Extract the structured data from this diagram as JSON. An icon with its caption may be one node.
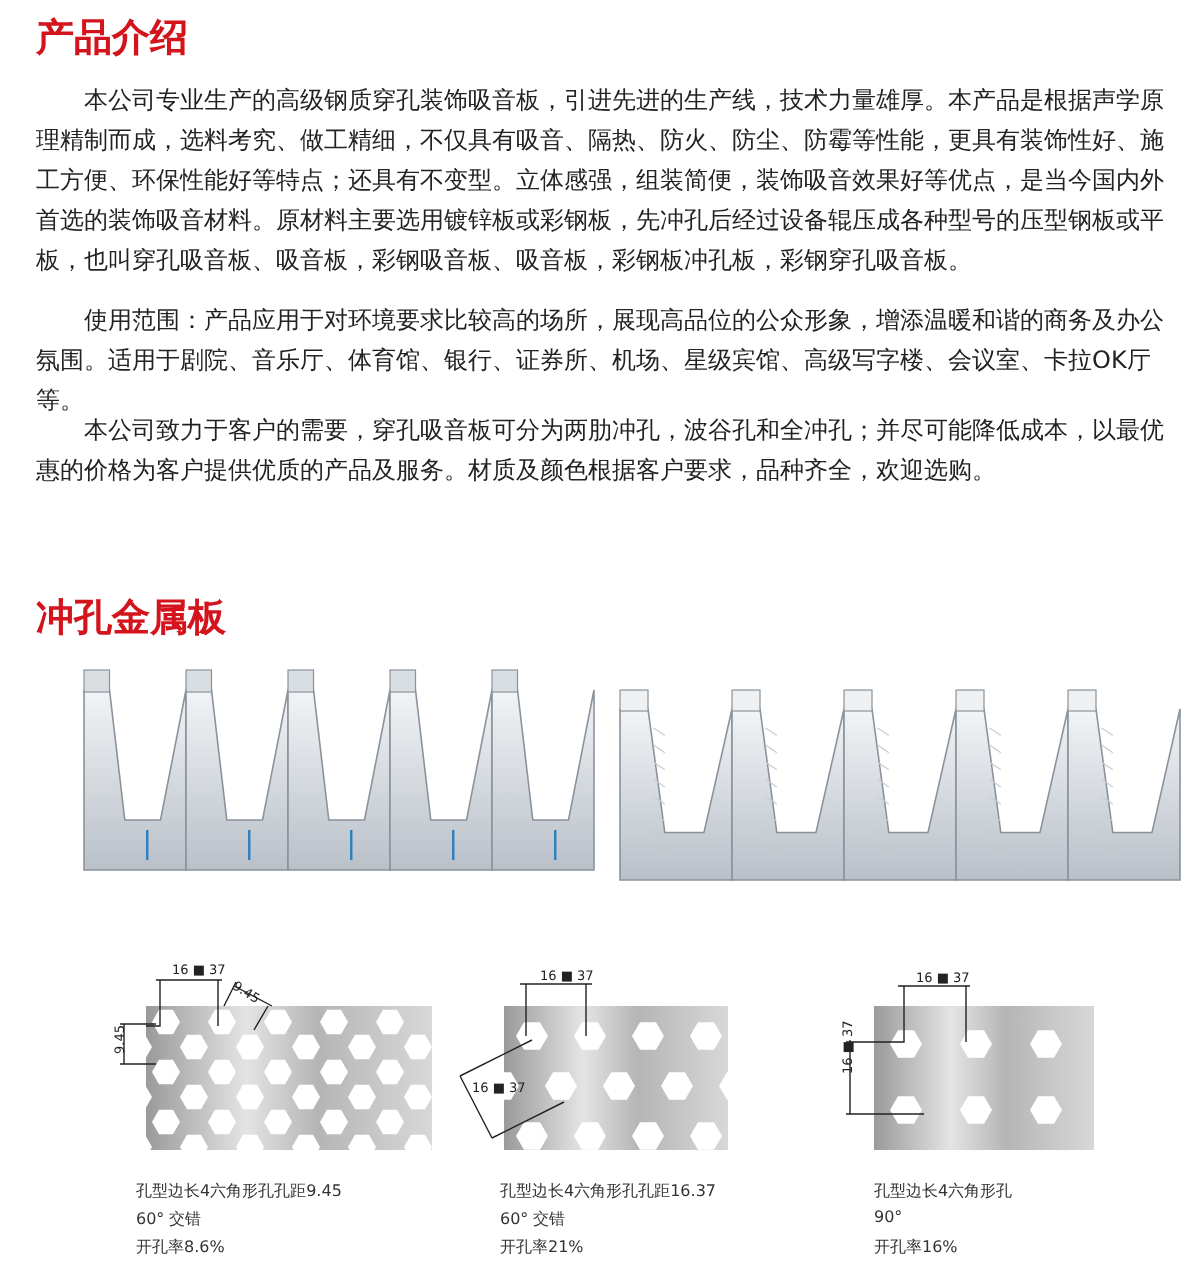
{
  "diagram": {
    "title": "产品介绍",
    "labels": [
      "本公司专业生产的高级钢质穿孔装饰吸音板，引进先进的生产线，技术力量雄厚。本产品是根据声学原理精制而成，选料考究、做工精细，不仅具有吸音、隔热、防火、防尘、防霉等性能，更具有装饰性好、施工方便、环保性能好等特点；还具有不变型。立体感强，组装简便，装饰吸音效果好等优点，是当今国内外首选的装饰吸音材料。原材料主要选用镀锌板或彩钢板，先冲孔后经过设备辊压成各种型号的压型钢板或平板，也叫穿孔吸音板、吸音板，彩钢吸音板、吸音板，彩钢板冲孔板，彩钢穿孔吸音板。",
      "使用范围：产品应用于对环境要求比较高的场所，展现高品位的公众形象，增添温暖和谐的商务及办公氛围。适用于剧院、音乐厅、体育馆、银行、证券所、机场、星级宾馆、高级写字楼、会议室、卡拉OK厅等。",
      "本公司致力于客户的需要，穿孔吸音板可分为两肋冲孔，波谷孔和全冲孔；并尽可能降低成本，以最优惠的价格为客户提供优质的产品及服务。材质及颜色根据客户要求，品种齐全，欢迎选购。",
      "冲孔金属板",
      "16 ■ 37",
      "9.45",
      "9.45",
      "孔型边长4六角形孔孔距9.45",
      "60° 交错",
      "开孔率8.6%",
      "16 ■ 37",
      "16 ■ 37",
      "孔型边长4六角形孔孔距16.37",
      "60° 交错",
      "开孔率21%",
      "16 ■ 37",
      "16 ■ 37",
      "孔型边长4六角形孔",
      "90°",
      "开孔率16%"
    ]
  }
}
